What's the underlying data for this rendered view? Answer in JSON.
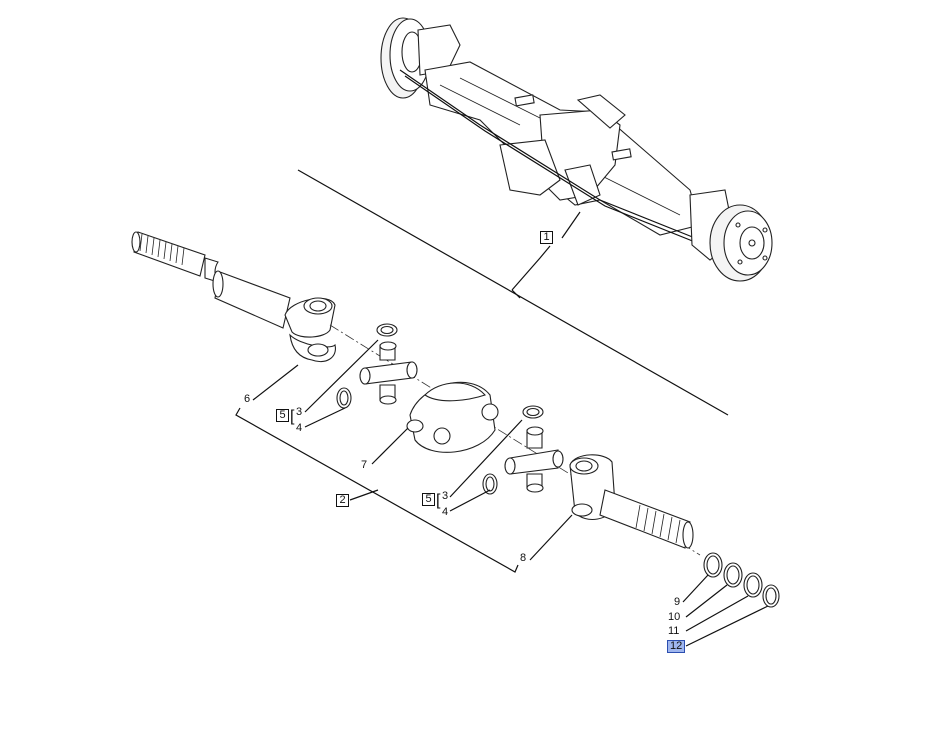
{
  "labels": {
    "callout_1": "1",
    "callout_2": "2",
    "callout_3a": "3",
    "callout_4a": "4",
    "callout_5a": "5",
    "callout_3b": "3",
    "callout_4b": "4",
    "callout_5b": "5",
    "callout_6": "6",
    "callout_7": "7",
    "callout_8": "8",
    "callout_9": "9",
    "callout_10": "10",
    "callout_11": "11",
    "callout_12": "12"
  },
  "colors": {
    "line": "#111111",
    "highlight": "#9fb6ee",
    "background": "#ffffff"
  }
}
